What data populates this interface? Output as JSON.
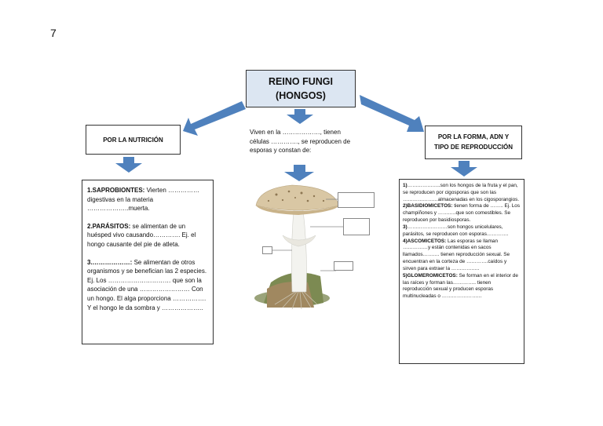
{
  "page_number": "7",
  "title": {
    "line1": "REINO FUNGI",
    "line2": "(HONGOS)"
  },
  "left_label": "POR LA NUTRICIÓN",
  "right_label": {
    "line1": "POR LA FORMA, ADN Y",
    "line2": "TIPO DE REPRODUCCIÓN"
  },
  "center_text": "Viven en la ………………, tienen células …………., se reproducen de esporas y constan de:",
  "nutricion": {
    "p1_head": "1.SAPROBIONTES:",
    "p1_body": " Vierten ……………digestivas en la materia ………………..muerta.",
    "p2_head": "2.PARÁSITOS:",
    "p2_body": " se alimentan de un huésped vivo causando…………. Ej. el hongo causante del pie de atleta.",
    "p3_head": "3.………………:",
    "p3_body": " Se alimentan de otros organismos y se benefician las 2 especies. Ej. Los ………………………… que son la asociación de una …………………… Con un hongo. El alga proporciona ……………. Y el hongo le da sombra y ……………….."
  },
  "forma": {
    "i1_head": "1)",
    "i1_body": "………………..son los hongos de la fruta y el pan, se reproducen por cigosporas que son las …………………almacenadas en los cigosporangios.",
    "i2_head": "2)BASIDIOMICETOS:",
    "i2_body": " tienen forma de …….. Ej. Los champiñones y ………..que son comestibles. Se reproducen por basidiosporas.",
    "i3_head": "3)",
    "i3_body": "……………………son hongos unicelulares, parásitos, se reproducen con esporas………….",
    "i4_head": "4)ASCOMICETOS:",
    "i4_body": " Las esporas se llaman ……………y están contenidas en sacos llamados………. tienen reproducción sexual. Se encuentran en la corteza de ………….caídos y sirven para extraer la ……………..",
    "i5_head": "5)GLOMEROMICETOS:",
    "i5_body": " Se forman en el interior de las raíces y forman las………….. tienen reproducción sexual y producen esporas multinucleadas o ……………………"
  },
  "colors": {
    "arrow": "#4f81bd",
    "title_bg": "#dce6f2",
    "mushroom_cap": "#d9c7a4",
    "stem": "#f2f2ee"
  }
}
